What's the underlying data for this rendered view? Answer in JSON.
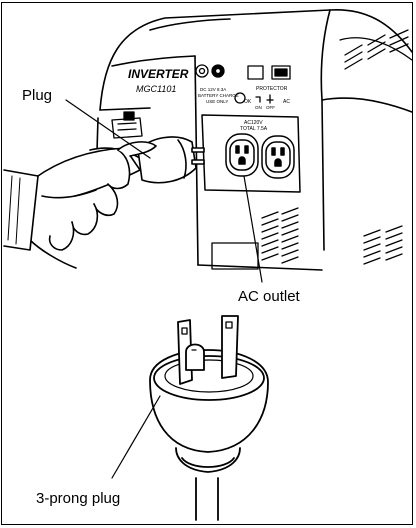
{
  "labels": {
    "plug": "Plug",
    "ac_outlet": "AC outlet",
    "three_prong_plug": "3-prong plug"
  },
  "panel_text": {
    "brand": "INVERTER",
    "model": "MGC1101",
    "dc_rating": "DC 12V 8.3A",
    "battery_charge": "BATTERY CHARGE",
    "use_only": "USE ONLY",
    "protector": "PROTECTOR",
    "ok": "OK",
    "ac": "AC",
    "on": "ON",
    "off": "OFF",
    "ac_rating": "AC120V",
    "total": "TOTAL 7.5A"
  }
}
